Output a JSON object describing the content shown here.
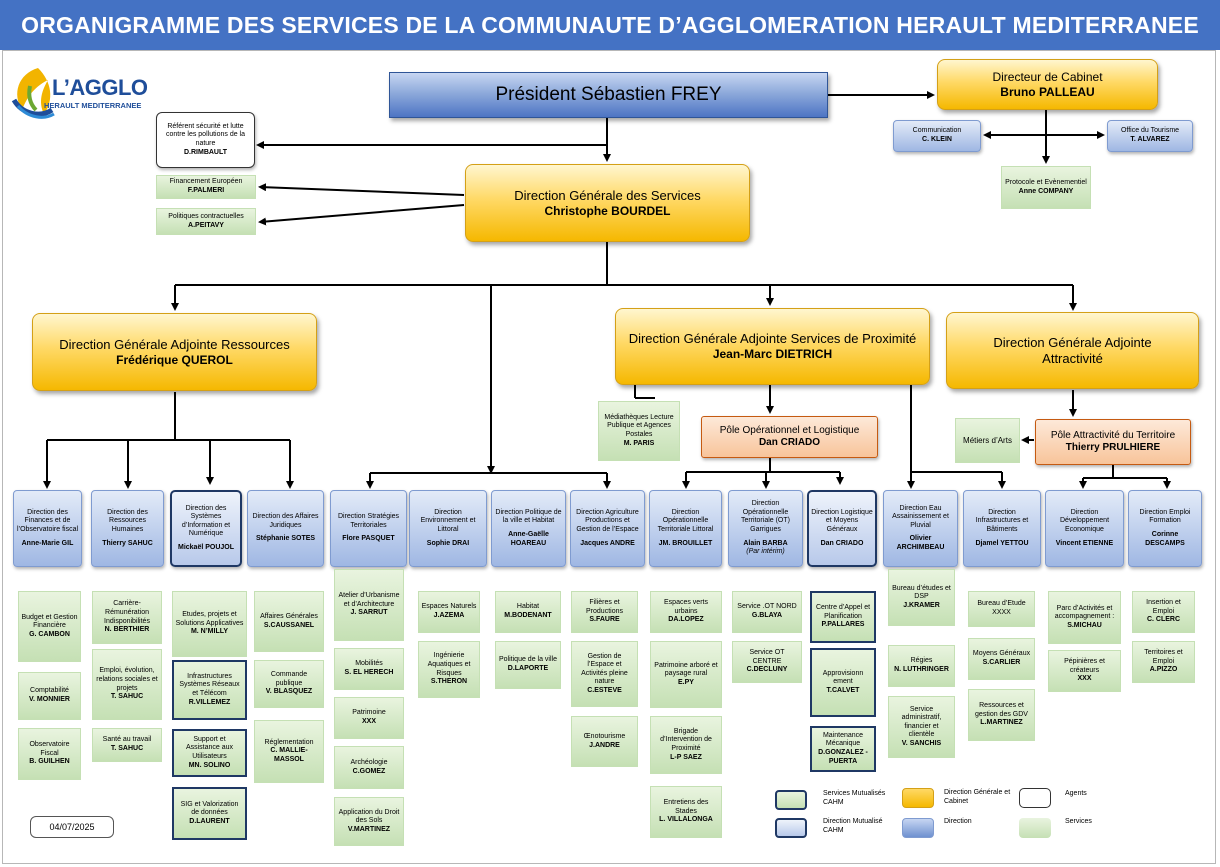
{
  "title": "ORGANIGRAMME DES SERVICES DE LA COMMUNAUTE D’AGGLOMERATION HERAULT MEDITERRANEE",
  "logo": {
    "name": "L’AGGLO",
    "sub": "HERAULT MEDITERRANEE"
  },
  "date": "04/07/2025",
  "president": "Président Sébastien FREY",
  "cabinet": {
    "title": "Directeur de Cabinet",
    "name": "Bruno PALLEAU"
  },
  "communication": {
    "title": "Communication",
    "name": "C. KLEIN"
  },
  "tourisme": {
    "title": "Office du Tourisme",
    "name": "T. ALVAREZ"
  },
  "protocole": {
    "title": "Protocole et Evènementiel",
    "name": "Anne COMPANY"
  },
  "referent": {
    "title": "Référent sécurité et lutte contre les pollutions de la nature",
    "name": "D.RIMBAULT"
  },
  "financement": {
    "title": "Financement Européen",
    "name": "F.PALMERI"
  },
  "politiques": {
    "title": "Politiques contractuelles",
    "name": "A.PEITAVY"
  },
  "dgs": {
    "title": "Direction Générale des Services",
    "name": "Christophe BOURDEL"
  },
  "dga_res": {
    "title": "Direction Générale Adjointe Ressources",
    "name": "Frédérique QUEROL"
  },
  "dga_prox": {
    "title": "Direction Générale Adjointe Services de Proximité",
    "name": "Jean-Marc DIETRICH"
  },
  "dga_attr": {
    "title": "Direction Générale Adjointe",
    "title2": "Attractivité"
  },
  "mediatheques": {
    "title": "Médiathèques Lecture Publique et Agences Postales",
    "name": "M. PARIS"
  },
  "pole_op": {
    "title": "Pôle Opérationnel et Logistique",
    "name": "Dan CRIADO"
  },
  "metiers": {
    "title": "Métiers d’Arts"
  },
  "pole_attr": {
    "title": "Pôle Attractivité du Territoire",
    "name": "Thierry PRULHIERE"
  },
  "directions": [
    {
      "title": "Direction des Finances et de l’Observatoire fiscal",
      "name": "Anne-Marie GIL"
    },
    {
      "title": "Direction des Ressources Humaines",
      "name": "Thierry SAHUC"
    },
    {
      "title": "Direction des Systèmes d’Information et Numérique",
      "name": "Mickaël POUJOL"
    },
    {
      "title": "Direction des Affaires Juridiques",
      "name": "Stéphanie SOTES"
    },
    {
      "title": "Direction Stratégies Territoriales",
      "name": "Flore PASQUET"
    },
    {
      "title": "Direction Environnement et Littoral",
      "name": "Sophie DRAI"
    },
    {
      "title": "Direction Politique de la ville et Habitat",
      "name": "Anne-Gaëlle HOAREAU"
    },
    {
      "title": "Direction Agriculture Productions et Gestion de l’Espace",
      "name": "Jacques ANDRE"
    },
    {
      "title": "Direction Opérationnelle Territoriale Littoral",
      "name": "JM. BROUILLET"
    },
    {
      "title": "Direction Opérationnelle Territoriale (OT) Garrigues",
      "name": "Alain BARBA",
      "note": "(Par intérim)"
    },
    {
      "title": "Direction Logistique et Moyens Généraux",
      "name": "Dan CRIADO"
    },
    {
      "title": "Direction Eau Assainissement et Pluvial",
      "name": "Olivier ARCHIMBEAU"
    },
    {
      "title": "Direction Infrastructures et Bâtiments",
      "name": "Djamel YETTOU"
    },
    {
      "title": "Direction Développement Economique",
      "name": "Vincent ETIENNE"
    },
    {
      "title": "Direction Emploi Formation",
      "name": "Corinne DESCAMPS"
    }
  ],
  "services": [
    [
      {
        "title": "Budget et Gestion Financière",
        "name": "G. CAMBON"
      },
      {
        "title": "Comptabilité",
        "name": "V. MONNIER"
      },
      {
        "title": "Observatoire Fiscal",
        "name": "B. GUILHEN"
      }
    ],
    [
      {
        "title": "Carrière-Rémunération Indisponibilités",
        "name": "N. BERTHIER"
      },
      {
        "title": "Emploi, évolution, relations sociales et projets",
        "name": "T. SAHUC"
      },
      {
        "title": "Santé au travail",
        "name": "T. SAHUC"
      }
    ],
    [
      {
        "title": "Etudes, projets et Solutions Applicatives",
        "name": "M. N’MILLY"
      },
      {
        "title": "Infrastructures Systèmes Réseaux et Télécom",
        "name": "R.VILLEMEZ"
      },
      {
        "title": "Support et Assistance aux Utilisateurs",
        "name": "MN. SOLINO"
      },
      {
        "title": "SIG et Valorization de données",
        "name": "D.LAURENT"
      }
    ],
    [
      {
        "title": "Affaires Générales",
        "name": "S.CAUSSANEL"
      },
      {
        "title": "Commande publique",
        "name": "V. BLASQUEZ"
      },
      {
        "title": "Réglementation",
        "name": "C. MALLIE-MASSOL"
      }
    ],
    [
      {
        "title": "Atelier d’Urbanisme et d’Architecture",
        "name": "J. SARRUT"
      },
      {
        "title": "Mobilités",
        "name": "S. EL HERECH"
      },
      {
        "title": "Patrimoine",
        "name": "XXX"
      },
      {
        "title": "Archéologie",
        "name": "C.GOMEZ"
      },
      {
        "title": "Application du Droit des Sols",
        "name": "V.MARTINEZ"
      }
    ],
    [
      {
        "title": "Espaces Naturels",
        "name": "J.AZEMA"
      },
      {
        "title": "Ingénierie Aquatiques et Risques",
        "name": "S.THERON"
      }
    ],
    [
      {
        "title": "Habitat",
        "name": "M.BODENANT"
      },
      {
        "title": "Politique de la ville",
        "name": "D.LAPORTE"
      }
    ],
    [
      {
        "title": "Filières et Productions",
        "name": "S.FAURE"
      },
      {
        "title": "Gestion de l’Espace et Activités pleine nature",
        "name": "C.ESTEVE"
      },
      {
        "title": "Œnotourisme",
        "name": "J.ANDRE"
      }
    ],
    [
      {
        "title": "Espaces verts urbains",
        "name": "DA.LOPEZ"
      },
      {
        "title": "Patrimoine arboré et paysage rural",
        "name": "E.PY"
      },
      {
        "title": "Brigade d’Intervention de Proximité",
        "name": "L-P SAEZ"
      },
      {
        "title": "Entretiens des Stades",
        "name": "L. VILLALONGA"
      }
    ],
    [
      {
        "title": "Service .OT NORD",
        "name": "G.BLAYA"
      },
      {
        "title": "Service OT CENTRE",
        "name": "C.DECLUNY"
      }
    ],
    [
      {
        "title": "Centre d’Appel et Planification",
        "name": "P.PALLARES"
      },
      {
        "title": "Approvisionn ement",
        "name": "T.CALVET"
      },
      {
        "title": "Maintenance Mécanique",
        "name": "D.GONZALEZ -PUERTA"
      }
    ],
    [
      {
        "title": "Bureau d’études et DSP",
        "name": "J.KRAMER"
      },
      {
        "title": "Régies",
        "name": "N. LUTHRINGER"
      },
      {
        "title": "Service administratif, financier et clientèle",
        "name": "V. SANCHIS"
      }
    ],
    [
      {
        "title": "Bureau d’Etude XXXX",
        "name": ""
      },
      {
        "title": "Moyens Généraux",
        "name": "S.CARLIER"
      },
      {
        "title": "Ressources et gestion des GDV",
        "name": "L.MARTINEZ"
      }
    ],
    [
      {
        "title": "Parc d’Activités et accompagnement :",
        "name": "S.MICHAU"
      },
      {
        "title": "Pépinières et créateurs",
        "name": "XXX"
      }
    ],
    [
      {
        "title": "Insertion et Emploi",
        "name": "C. CLERC"
      },
      {
        "title": "Territoires et Emploi",
        "name": "A.PIZZO"
      }
    ]
  ],
  "legend": {
    "services_mut": "Services Mutualisés CAHM",
    "direction_mut": "Direction Mutualisé CAHM",
    "dg_cabinet": "Direction Générale et Cabinet",
    "direction": "Direction",
    "agents": "Agents",
    "services": "Services"
  }
}
